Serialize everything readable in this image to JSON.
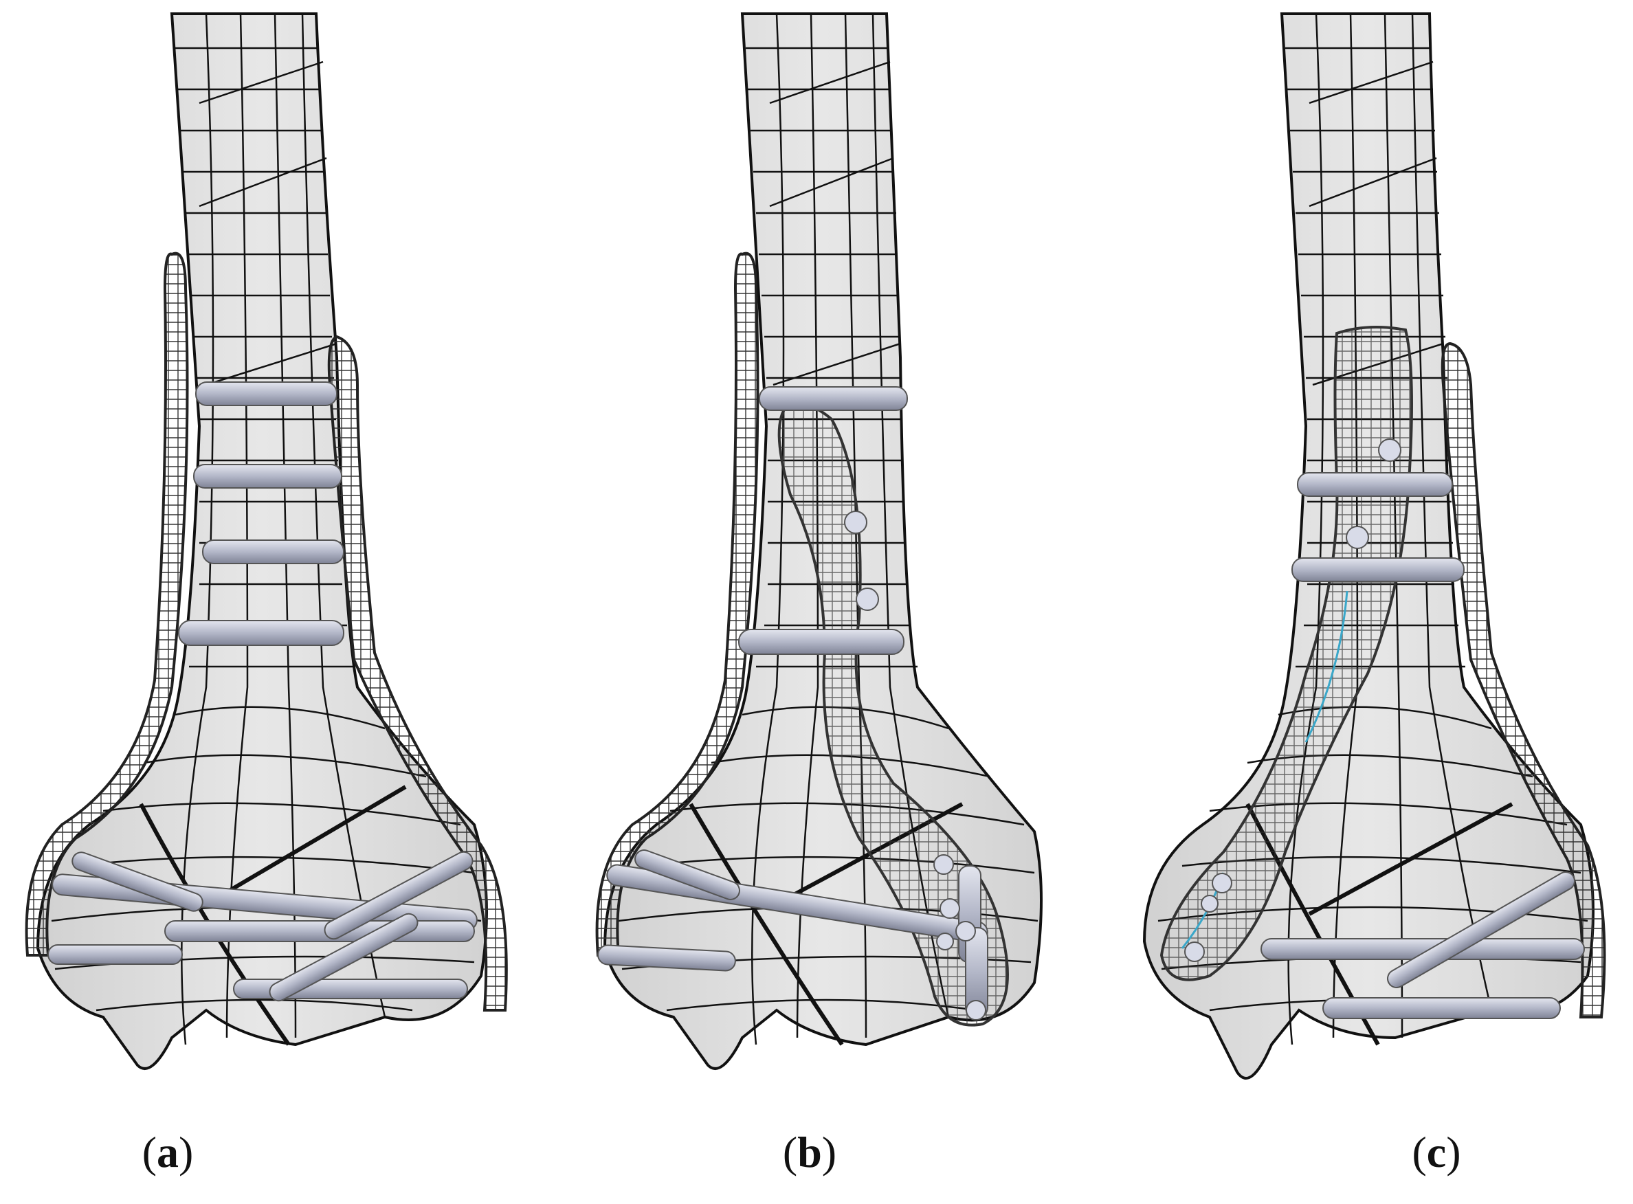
{
  "panels": [
    {
      "id": "a",
      "label": "a",
      "bone_color": "#d6d6d6",
      "plate_color": "#5a5a5a",
      "screw_color": "#b3b7c8"
    },
    {
      "id": "b",
      "label": "b",
      "bone_color": "#d6d6d6",
      "plate_color": "#5a5a5a",
      "screw_color": "#b3b7c8"
    },
    {
      "id": "c",
      "label": "c",
      "bone_color": "#d6d6d6",
      "plate_color": "#5a5a5a",
      "screw_color": "#b3b7c8",
      "accent": "#3aa7c9"
    }
  ],
  "icons": [
    "bone-model-icon",
    "plate-icon",
    "screw-icon"
  ]
}
